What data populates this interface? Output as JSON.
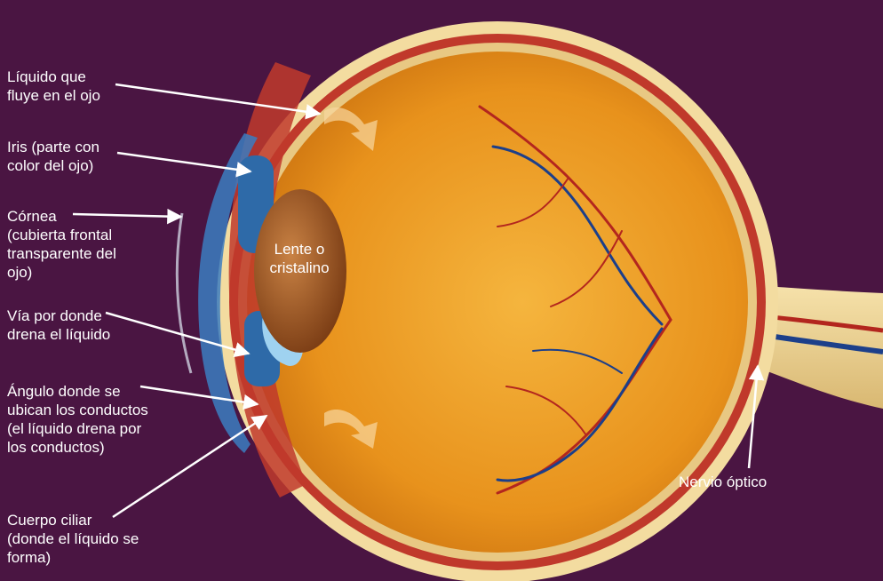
{
  "colors": {
    "background": "#4a1542",
    "label_text": "#ffffff",
    "pointer_line": "#ffffff",
    "eyeball_fill": "#e8921c",
    "sclera": "#f3dca0",
    "lens": "#a85a24",
    "iris": "#2e6aa8",
    "vessel_red": "#b3261e",
    "vessel_blue": "#1c3f8a"
  },
  "labels": {
    "fluid": "Líquido que\nfluye en el ojo",
    "iris": "Iris (parte con\ncolor del ojo)",
    "cornea": "Córnea\n(cubierta frontal\ntransparente del\nojo)",
    "drain": "Vía por donde\ndrena el líquido",
    "angle": "Ángulo donde se\nubican los conductos\n(el líquido drena por\nlos conductos)",
    "ciliary": "Cuerpo ciliar\n(donde el líquido se\nforma)",
    "lens": "Lente o\ncristalino",
    "optic_nerve": "Nervio óptico"
  }
}
